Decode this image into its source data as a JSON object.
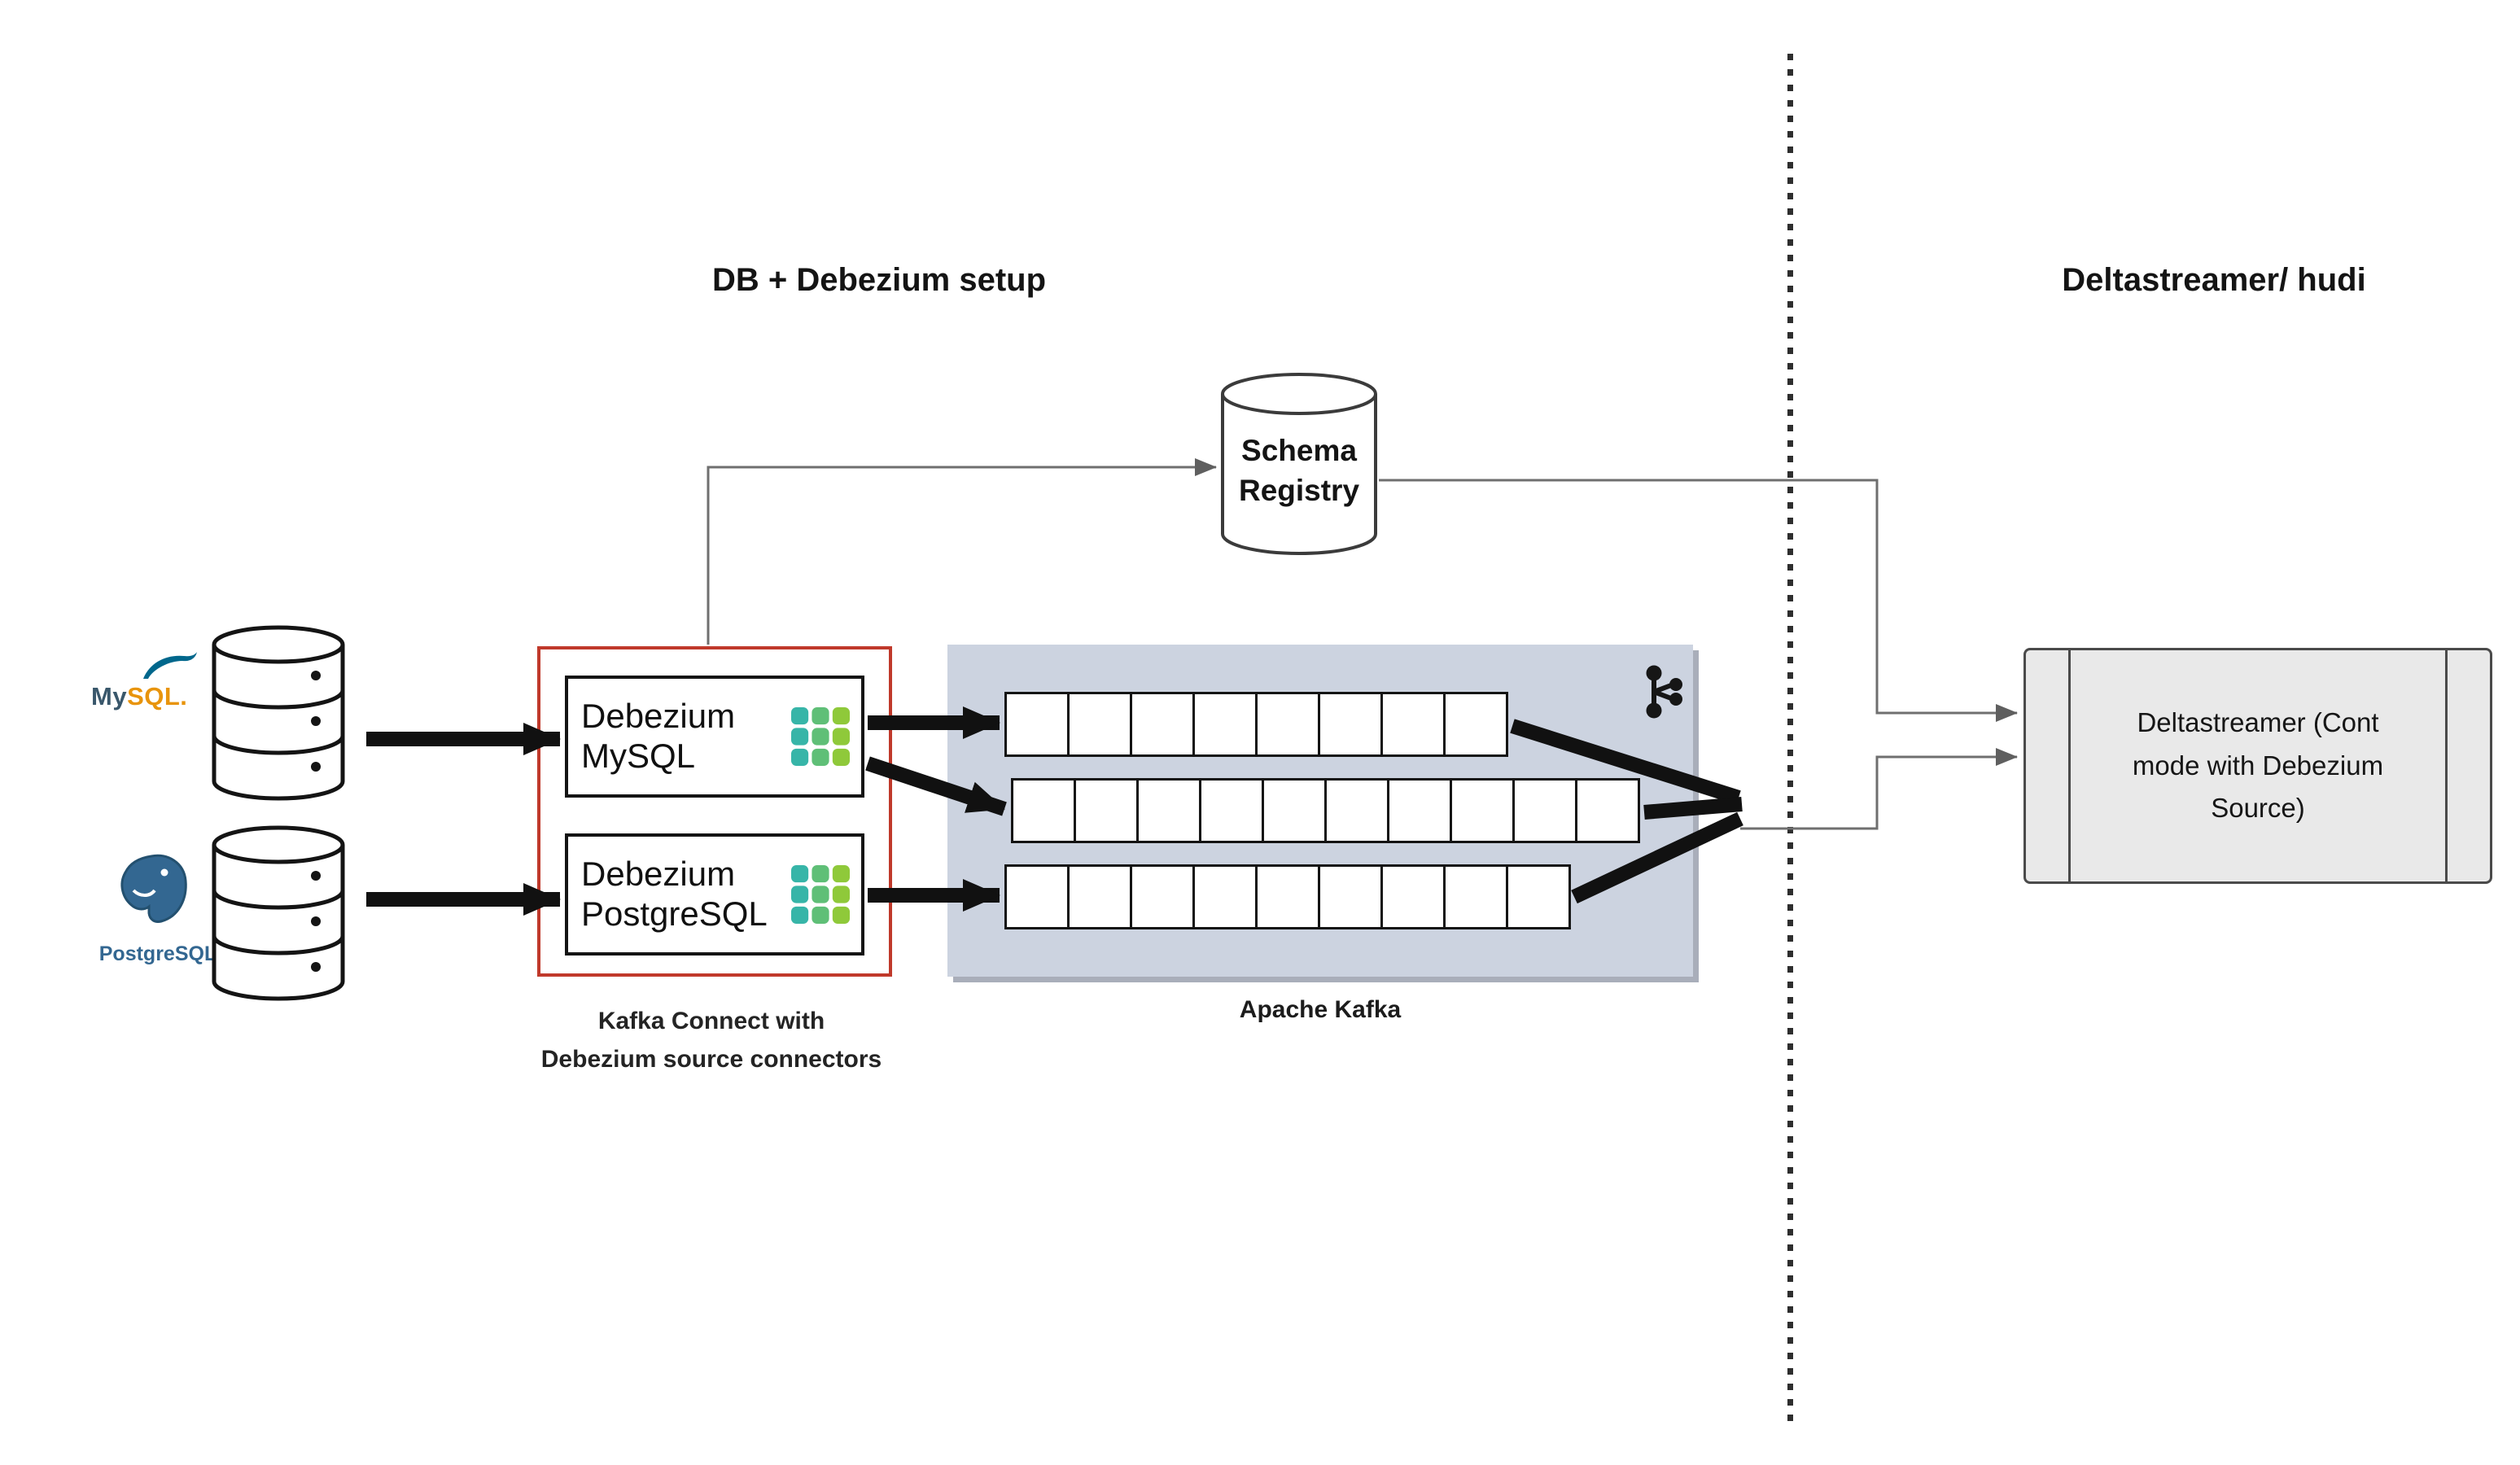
{
  "titles": {
    "left": "DB + Debezium setup",
    "right": "Deltastreamer/ hudi"
  },
  "databases": {
    "mysql": {
      "name": "MySQL",
      "wordmark_1": "My",
      "wordmark_2": "SQL."
    },
    "postgresql": {
      "name": "PostgreSQL",
      "wordmark": "PostgreSQL"
    }
  },
  "kafka_connect": {
    "caption": "Kafka Connect with\nDebezium source connectors",
    "connectors": {
      "mysql": "Debezium\nMySQL",
      "postgresql": "Debezium\nPostgreSQL"
    }
  },
  "schema_registry": {
    "label": "Schema\nRegistry"
  },
  "kafka": {
    "caption": "Apache Kafka",
    "partition_rows": [
      8,
      10,
      9
    ]
  },
  "deltastreamer": {
    "label": "Deltastreamer (Cont\nmode with Debezium\nSource)"
  },
  "colors": {
    "connector-frame-red": "#c0392b",
    "kafka-box-fill": "#ccd3e0",
    "deltastreamer-fill": "#e9e9e9",
    "postgres-blue": "#336791",
    "mysql-blue": "#00678c",
    "mysql-orange": "#e8940c",
    "debezium-green": "#8fc93a",
    "debezium-teal": "#37b5a8",
    "line-gray": "#6f6f6f",
    "arrow-black": "#111111"
  }
}
